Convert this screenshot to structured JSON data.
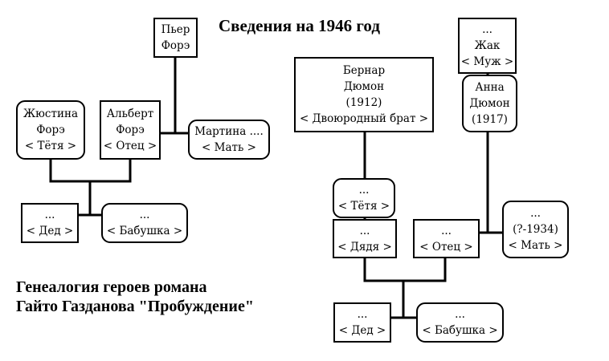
{
  "title": "Сведения на 1946 год",
  "caption": {
    "line1": "Генеалогия героев романа",
    "line2": "Гайто Газданова \"Пробуждение\""
  },
  "family_left": {
    "pierre": {
      "lines": [
        "Пьер",
        "Форэ"
      ]
    },
    "justina": {
      "lines": [
        "Жюстина",
        "Форэ",
        "< Тётя >"
      ]
    },
    "albert": {
      "lines": [
        "Альберт",
        "Форэ",
        "< Отец >"
      ]
    },
    "martina": {
      "lines": [
        "Мартина ....",
        "< Мать >"
      ]
    },
    "grandfather": {
      "lines": [
        "...",
        "< Дед >"
      ]
    },
    "grandmother": {
      "lines": [
        "...",
        "< Бабушка >"
      ]
    }
  },
  "family_right": {
    "jacques": {
      "lines": [
        "...",
        "Жак",
        "< Муж >"
      ]
    },
    "bernard": {
      "lines": [
        "Бернар",
        "Дюмон",
        "(1912)",
        "< Двоюродный брат >"
      ]
    },
    "anna": {
      "lines": [
        "Анна",
        "Дюмон",
        "(1917)"
      ]
    },
    "aunt": {
      "lines": [
        "...",
        "< Тётя >"
      ]
    },
    "uncle": {
      "lines": [
        "...",
        "< Дядя >"
      ]
    },
    "father": {
      "lines": [
        "...",
        "< Отец >"
      ]
    },
    "mother": {
      "lines": [
        "...",
        "(?-1934)",
        "< Мать >"
      ]
    },
    "grandfather": {
      "lines": [
        "...",
        "< Дед >"
      ]
    },
    "grandmother": {
      "lines": [
        "...",
        "< Бабушка >"
      ]
    }
  }
}
